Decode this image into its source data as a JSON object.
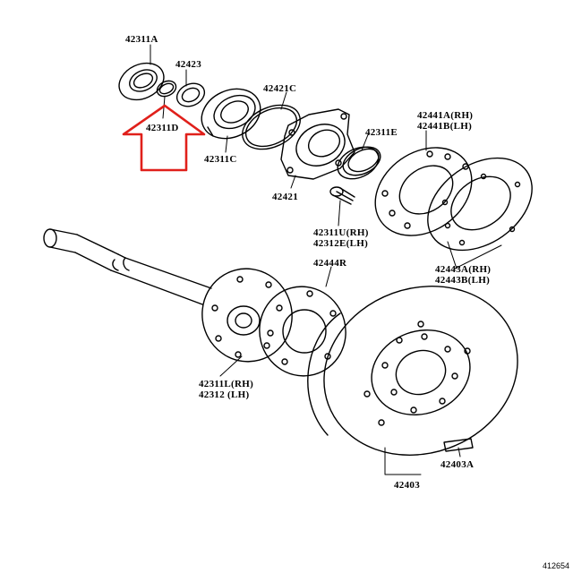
{
  "labels": {
    "l42311A": "42311A",
    "l42423": "42423",
    "l42311D": "42311D",
    "l42421C": "42421C",
    "l42311C": "42311C",
    "l42311E": "42311E",
    "l42441": [
      "42441A(RH)",
      "42441B(LH)"
    ],
    "l42421": "42421",
    "l42311U": [
      "42311U(RH)",
      "42312E(LH)"
    ],
    "l42444R": "42444R",
    "l42443": [
      "42443A(RH)",
      "42443B(LH)"
    ],
    "l42311L": [
      "42311L(RH)",
      "42312 (LH)"
    ],
    "l42403A": "42403A",
    "l42403": "42403"
  },
  "diagram_id": "412654",
  "highlight_color": "#e0201b"
}
